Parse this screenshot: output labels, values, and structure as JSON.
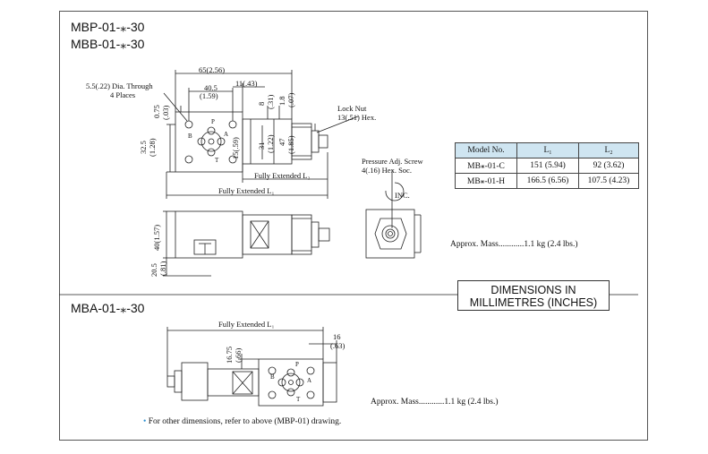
{
  "sections": {
    "mbp_title_1": "MBP-01-⁎-30",
    "mbp_title_2": "MBB-01-⁎-30",
    "mba_title": "MBA-01-⁎-30"
  },
  "top_view": {
    "dim_65": "65(2.56)",
    "dim_40_5": "40.5",
    "dim_1_59": "(1.59)",
    "dim_11": "11(.43)",
    "hole_note_1": "5.5(.22) Dia. Through",
    "hole_note_2": "4 Places",
    "dim_0_75": "0.75",
    "dim_03": "(.03)",
    "dim_8": "8",
    "dim_31": "(.31)",
    "dim_1_8": "1.8",
    "dim_07": "(.07)",
    "dim_32_5": "32.5",
    "dim_1_28": "(1.28)",
    "dim_15": "15(.59)",
    "dim_31b": "31",
    "dim_1_22": "(1.22)",
    "dim_47": "47",
    "dim_1_85": "(1.85)",
    "port_p": "P",
    "port_a": "A",
    "port_b": "B",
    "port_t": "T",
    "lock_nut_1": "Lock Nut",
    "lock_nut_2": "13(.51) Hex.",
    "fully_ext_l2": "Fully Extended L₂",
    "fully_ext_l1": "Fully Extended L₁"
  },
  "side_view": {
    "dim_40": "40(1.57)",
    "dim_20_5": "20.5",
    "dim_81": "(.81)"
  },
  "end_view": {
    "screw_1": "Pressure Adj. Screw",
    "screw_2": "4(.16) Hex. Soc.",
    "inc": "INC."
  },
  "model_table": {
    "headers": [
      "Model No.",
      "L₁",
      "L₂"
    ],
    "rows": [
      [
        "MB⁎-01-C",
        "151 (5.94)",
        "92 (3.62)"
      ],
      [
        "MB⁎-01-H",
        "166.5 (6.56)",
        "107.5 (4.23)"
      ]
    ]
  },
  "mass_top": "Approx. Mass............1.1 kg (2.4 lbs.)",
  "dimensions_box": {
    "line1": "DIMENSIONS IN",
    "line2": "MILLIMETRES (INCHES)"
  },
  "mba_view": {
    "fully_ext_l1": "Fully Extended L₁",
    "dim_16": "16",
    "dim_63": "(.63)",
    "dim_16_75": "16.75",
    "dim_66": "(.66)",
    "port_p": "P",
    "port_a": "A",
    "port_b": "B",
    "port_t": "T"
  },
  "mass_bottom": "Approx. Mass............1.1 kg (2.4 lbs.)",
  "footnote_bullet": "•",
  "footnote": "For other dimensions, refer to above (MBP-01) drawing."
}
